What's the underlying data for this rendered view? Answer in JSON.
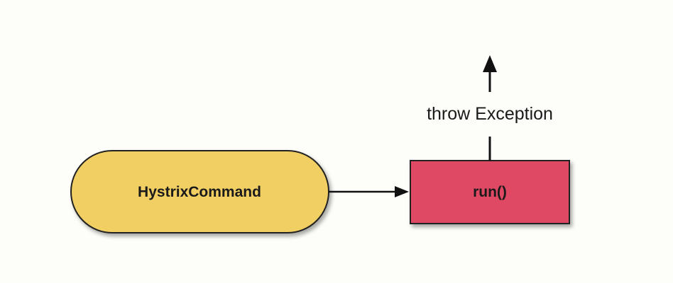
{
  "diagram": {
    "nodes": {
      "command": {
        "label": "HystrixCommand",
        "fill": "#f1cf62",
        "stroke": "#222222"
      },
      "run": {
        "label": "run()",
        "fill": "#df4a63",
        "stroke": "#222222"
      }
    },
    "edges": {
      "throw_label": "throw Exception"
    },
    "colors": {
      "background": "#fdfdf9",
      "line": "#111111",
      "text": "#1a1a1a"
    }
  }
}
